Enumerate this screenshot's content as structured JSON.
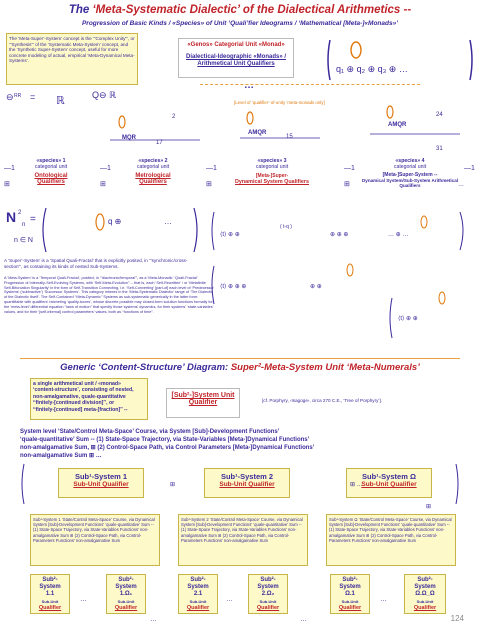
{
  "header": {
    "title_pre": "The ",
    "title_main": "‘Meta-Systematic  Dialectic’ of the Dialectical Arithmetics --",
    "subtitle": "Progression of Basic Kinds / «Species» of Unit ‘Quali’fier Ideograms / ‘Mathematical [Meta-]«Monads»’"
  },
  "intro_box": {
    "text": "The ‘Meta-Super’-System’ concept is the ‘“Complex Unity”’, or ‘“Synthesis”’ of the ‘Systematic Meta-System’ concept, and the ‘Synthetic Super-System’ concept, useful for more concrete modeling of actual, empirical ‘Meta-Dynamical Meta-Systems’."
  },
  "genos_box": {
    "line1": "«Genos» Categorial Unit «Monad»",
    "line2": "Dialectical-Ideographic «Monads» /",
    "line3": "Arithmetical Unit Qualifiers"
  },
  "gamma_note": "[Level of ‘qualifier’-of-unity ‘meta-monads only]",
  "species": [
    {
      "label": "«species» 1",
      "sub": "categorial unit",
      "name": "Ontological",
      "name2": "Qualifiers"
    },
    {
      "label": "«species» 2",
      "sub": "categorial unit",
      "name": "Metrological",
      "name2": "Qualifiers"
    },
    {
      "label": "«species» 3",
      "sub": "categorial unit",
      "name": "[Meta-]Super-",
      "name2": "Dynamical System Qualifiers"
    },
    {
      "label": "«species» 4",
      "sub": "categorial unit",
      "name": "[Meta-]Super-System --",
      "name2": "Dynamical System/Sub-System Arithmetical Qualifiers"
    }
  ],
  "labels": {
    "rr": "RR",
    "mqr": "MQR",
    "amqr": "AMQR",
    "n15": "15",
    "n17": "17",
    "n24": "24",
    "n31": "31",
    "n2": "2",
    "nsub": "N",
    "eq": "=",
    "neN": "n ∈ N",
    "dots": "…"
  },
  "note1": "A ‘Super’-System’ is a ‘Spatial Quali-Fractal’ that is explicitly posited, in ‘“synchronic/cross-section”’, as containing its kinds of nested Sub-Systems.",
  "note2": "A ‘Meta-System’ is a ‘Temporal Quali-Fractal’, posited, in ‘“diachronic/temporal”’, as a ‘Meta-Monadic’ ‘Quali-Fractal’ Progression of Internally-Self-Evolving Systems, with ‘Self-Meta-Evolution’’ -- that is, each ‘Self-Rewritten’ / or ‘Metafinite Self-Bifurcation Singularity’ in the form of Self-Transition Connecting, i.e. ‘Self-Converting’ [part-of] each level of ‘Predecessor Systems’ (‘subtractive’) ‘Successor Systems’. This category inheres in the ‘Meta-Systematic Dialectic’ range of ‘The Dialectic of the Dialectic Itself’. The Self-Contained ‘‘Meta-Dynamic’’ Systems as sub-systematic generically in the latter form: quantifiable with qualifiers' ratcheting ‘quality-boxes’, whose discrete possible may closed-form solution functions formally for the ‘meta-level’ differential equation ‘‘laws of motion’’ that specify those systems' dynamics, for their systems' ‘state-variables’ values, and for their ‘[self-internal] control parameters’ values, both as ‘‘functions of time’’.",
  "section2": {
    "title_pre": "Generic ‘Content-Structure’ Diagram: ",
    "title_main": "Super²-Meta-System Unit ‘Meta-Numerals’",
    "intro": [
      "a single arithmetical unit / «monad»",
      "‘content-structure’, consisting of nested,",
      "non-amalgamative, quale-quantitative",
      "‘‘finitely-[continued division]’’, or",
      "‘‘finitely-[continued] meta-[fraction]’’ --"
    ],
    "sub_unit": "[Sub²-]System Unit",
    "sub_unit2": "Qualifier",
    "cite": "[cf. Porphyry, ‹Isagoge›, circa 270 C.E., ‘Tree of Porphyry’].",
    "level_line1": "System level ‘State/Control Meta-Space’ Course, via System [Sub]-Development Functions’",
    "level_line2": "‘quale-quantitative’ Sum -- (1) State-Space Trajectory, via State-Variables [Meta-]Dynamical Functions’",
    "level_line3": "non-amalgamative Sum, ⊞ (2) Control-Space Path, via Control Parameters [Meta-]Dynamical Functions’",
    "level_line4": "non-amalgamative Sum ⊞ …"
  },
  "systems": [
    {
      "head": "Sub¹-System 1",
      "qual": "Sub-Unit Qualifier"
    },
    {
      "head": "Sub¹-System 2",
      "qual": "Sub-Unit Qualifier"
    },
    {
      "head": "Sub¹-System Ω",
      "qual": "Sub-Unit Qualifier"
    }
  ],
  "desc_cards": [
    "Sub¹-System 1 ‘State/Control Meta-Space’ Course, via Dynamical System [Sub]-Development Functions’ ‘quale-quantitative’ Sum -- (1) State-Space Trajectory, via State-Variables Functions’ non-amalgamative Sum ⊞ (2) Control-Space Path, via Control-Parameters Functions’ non-amalgamative Sum",
    "Sub¹-System 2 ‘State/Control Meta-Space’ Course, via Dynamical System [Sub]-Development Functions’ ‘quale-quantitative’ Sum -- (1) State-Space Trajectory, via State-Variables Functions’ non-amalgamative Sum ⊞ (2) Control-Space Path, via Control-Parameters Functions’ non-amalgamative Sum",
    "Sub¹-System Ω ‘State/Control Meta-Space’ Course, via Dynamical System [Sub]-Development Functions’ ‘quale-quantitative’ Sum -- (1) State-Space Trajectory, via State-Variables Functions’ non-amalgamative Sum ⊞ (2) Control-Space Path, via Control-Parameters Functions’ non-amalgamative Sum"
  ],
  "sub2": [
    {
      "sup": "Sub²-",
      "name": "System",
      "id": "1.1",
      "u": "Sub-Unit",
      "q": "Qualifier"
    },
    {
      "sup": "Sub²-",
      "name": "System",
      "id": "1.Ω₁",
      "u": "Sub-Unit",
      "q": "Qualifier"
    },
    {
      "sup": "Sub²-",
      "name": "System",
      "id": "2.1",
      "u": "Sub-Unit",
      "q": "Qualifier"
    },
    {
      "sup": "Sub²-",
      "name": "System",
      "id": "2.Ω₂",
      "u": "Sub-Unit",
      "q": "Qualifier"
    },
    {
      "sup": "Sub²-",
      "name": "System",
      "id": "Ω.1",
      "u": "Sub-Unit",
      "q": "Qualifier"
    },
    {
      "sup": "Sub²-",
      "name": "System",
      "id": "Ω.Ω_Ω",
      "u": "Sub-Unit",
      "q": "Qualifier"
    }
  ],
  "ellipsis": "…",
  "page_number": "124"
}
